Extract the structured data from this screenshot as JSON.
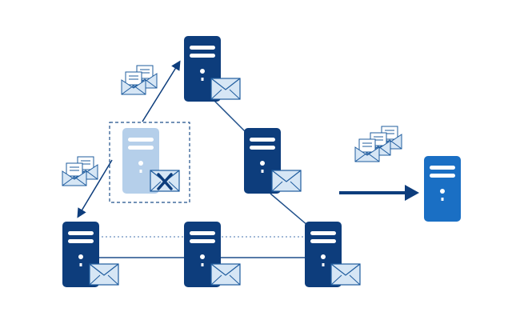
{
  "diagram": {
    "colors": {
      "server_dark": "#0d3d7c",
      "server_failed": "#b5cfea",
      "server_target": "#1a6fc4",
      "envelope_fill": "#d6e6f5",
      "envelope_stroke": "#1f5c9e",
      "error_mark": "#0d3d7c",
      "connector": "#1f4f8a",
      "arrow": "#0d3d7c"
    },
    "nodes": [
      {
        "id": "server-top",
        "role": "cluster-node",
        "status": "active",
        "icon": "server-icon",
        "has_message": true
      },
      {
        "id": "server-right-mid",
        "role": "cluster-node",
        "status": "active",
        "icon": "server-icon",
        "has_message": true
      },
      {
        "id": "server-bottom-left",
        "role": "cluster-node",
        "status": "active",
        "icon": "server-icon",
        "has_message": true
      },
      {
        "id": "server-bottom-mid",
        "role": "cluster-node",
        "status": "active",
        "icon": "server-icon",
        "has_message": true
      },
      {
        "id": "server-bottom-right",
        "role": "cluster-node",
        "status": "active",
        "icon": "server-icon",
        "has_message": true
      },
      {
        "id": "server-failed",
        "role": "cluster-node",
        "status": "failed",
        "icon": "server-icon",
        "has_message": true,
        "message_icon": "failed-message-icon"
      },
      {
        "id": "server-target",
        "role": "target",
        "status": "active",
        "icon": "server-icon",
        "has_message": false
      }
    ],
    "message_groups": [
      {
        "id": "messages-upper",
        "icon": "open-envelope-icon",
        "count": 2
      },
      {
        "id": "messages-lower",
        "icon": "open-envelope-icon",
        "count": 2
      },
      {
        "id": "messages-forwarded",
        "icon": "open-envelope-icon",
        "count": 3
      }
    ],
    "edges": [
      {
        "from": "server-top",
        "to": "server-right-mid",
        "style": "solid"
      },
      {
        "from": "server-right-mid",
        "to": "server-bottom-right",
        "style": "solid"
      },
      {
        "from": "server-bottom-left",
        "to": "server-bottom-mid",
        "style": "solid"
      },
      {
        "from": "server-bottom-mid",
        "to": "server-bottom-right",
        "style": "solid"
      },
      {
        "from": "server-bottom-left",
        "to": "server-bottom-right",
        "style": "dotted"
      },
      {
        "from": "server-failed",
        "to": "server-top",
        "style": "arrow"
      },
      {
        "from": "server-failed",
        "to": "server-bottom-left",
        "style": "arrow"
      },
      {
        "from": "cluster",
        "to": "server-target",
        "style": "thick-arrow"
      }
    ]
  }
}
